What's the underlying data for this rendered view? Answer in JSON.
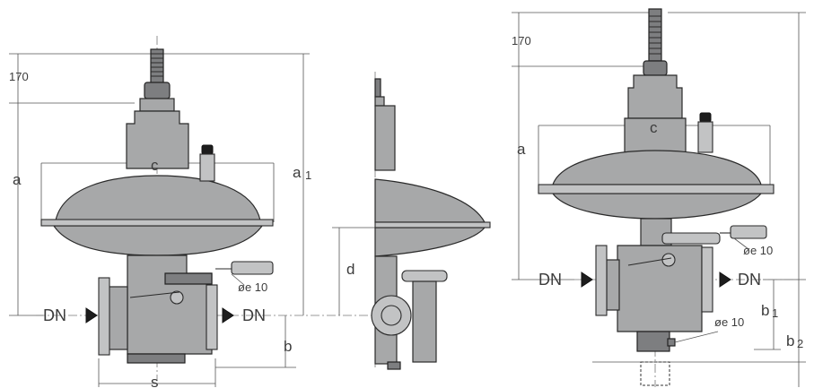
{
  "labels": {
    "dim_170": "170",
    "dim_a": "a",
    "dim_a1": "a",
    "dim_a1_sub": "1",
    "dim_c": "c",
    "dim_d": "d",
    "dim_b": "b",
    "dim_b1": "b",
    "dim_b1_sub": "1",
    "dim_b2": "b",
    "dim_b2_sub": "2",
    "dim_s": "s",
    "dn": "DN",
    "tube": "øe 10"
  }
}
